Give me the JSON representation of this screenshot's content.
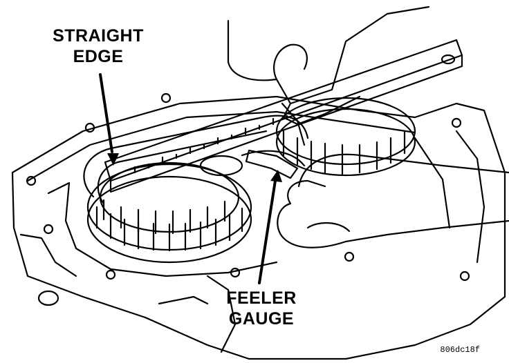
{
  "labels": {
    "straight_edge_line1": "STRAIGHT",
    "straight_edge_line2": "EDGE",
    "feeler_gauge_line1": "FEELER",
    "feeler_gauge_line2": "GAUGE"
  },
  "figure_code": "806dc18f",
  "colors": {
    "ink": "#000000",
    "paper": "#ffffff"
  }
}
